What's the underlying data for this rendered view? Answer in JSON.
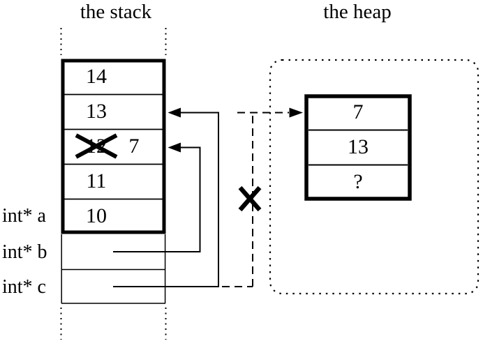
{
  "titles": {
    "stack": "the stack",
    "heap": "the heap"
  },
  "stack": {
    "cells": [
      {
        "value": "14"
      },
      {
        "value": "13"
      },
      {
        "old_value": "12",
        "new_value": "7",
        "crossed_out": true
      },
      {
        "value": "11"
      },
      {
        "value": "10"
      }
    ],
    "pointer_labels": [
      {
        "label": "int* a"
      },
      {
        "label": "int* b"
      },
      {
        "label": "int* c"
      }
    ]
  },
  "heap": {
    "cells": [
      {
        "value": "7"
      },
      {
        "value": "13"
      },
      {
        "value": "?"
      }
    ]
  },
  "pointers": [
    {
      "from": "int* b",
      "to": "stack cell 12 (now 7)",
      "style": "solid"
    },
    {
      "from": "int* c",
      "to": "stack cell 13",
      "style": "solid"
    },
    {
      "from": "int* c",
      "to": "heap cell 7",
      "style": "dashed",
      "crossed_out": true
    }
  ],
  "icons": {
    "overwritten_value_x": "✕",
    "invalidated_pointer_x": "✕"
  },
  "colors": {
    "ink": "#000000",
    "background": "#ffffff"
  }
}
